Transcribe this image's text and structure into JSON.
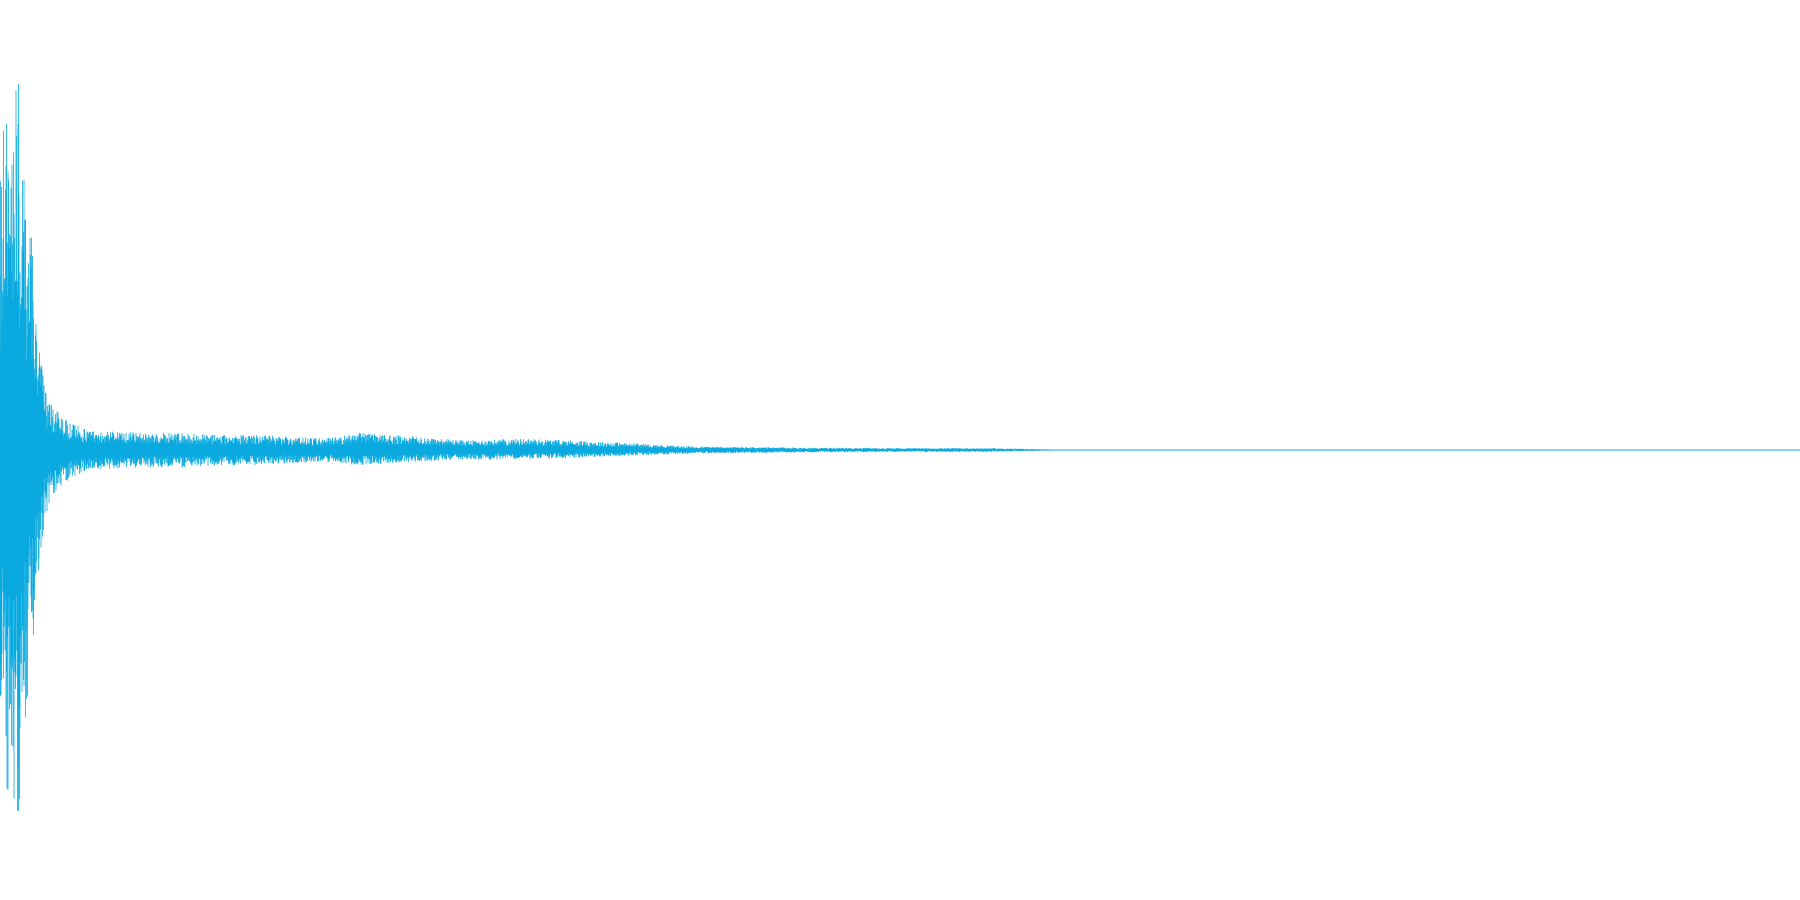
{
  "chart_data": {
    "type": "area",
    "title": "",
    "xlabel": "",
    "ylabel": "",
    "grid": false,
    "legend": "none",
    "x_range": [
      0,
      1
    ],
    "ylim": [
      -1,
      1
    ],
    "baseline": 0,
    "color": "#0aa9df",
    "envelope": {
      "x": [
        0.0,
        0.002,
        0.005,
        0.008,
        0.01,
        0.012,
        0.015,
        0.018,
        0.02,
        0.022,
        0.025,
        0.028,
        0.032,
        0.036,
        0.04,
        0.045,
        0.05,
        0.06,
        0.08,
        0.1,
        0.12,
        0.14,
        0.16,
        0.18,
        0.2,
        0.23,
        0.26,
        0.29,
        0.32,
        0.35,
        0.38,
        0.41,
        0.45,
        0.5,
        0.55,
        0.57,
        0.6,
        1.0
      ],
      "top": [
        0.7,
        0.86,
        0.9,
        0.92,
        1.0,
        0.75,
        0.65,
        0.55,
        0.4,
        0.28,
        0.16,
        0.12,
        0.1,
        0.08,
        0.07,
        0.06,
        0.05,
        0.05,
        0.045,
        0.045,
        0.04,
        0.04,
        0.035,
        0.03,
        0.045,
        0.035,
        0.025,
        0.03,
        0.025,
        0.018,
        0.01,
        0.008,
        0.006,
        0.005,
        0.005,
        0.003,
        0.0,
        0.0
      ],
      "bottom": [
        0.7,
        0.86,
        0.92,
        0.95,
        1.0,
        0.78,
        0.67,
        0.57,
        0.42,
        0.3,
        0.18,
        0.13,
        0.11,
        0.09,
        0.07,
        0.06,
        0.05,
        0.05,
        0.045,
        0.045,
        0.04,
        0.04,
        0.035,
        0.03,
        0.04,
        0.03,
        0.025,
        0.025,
        0.02,
        0.015,
        0.01,
        0.008,
        0.006,
        0.005,
        0.005,
        0.003,
        0.0,
        0.0
      ]
    }
  }
}
